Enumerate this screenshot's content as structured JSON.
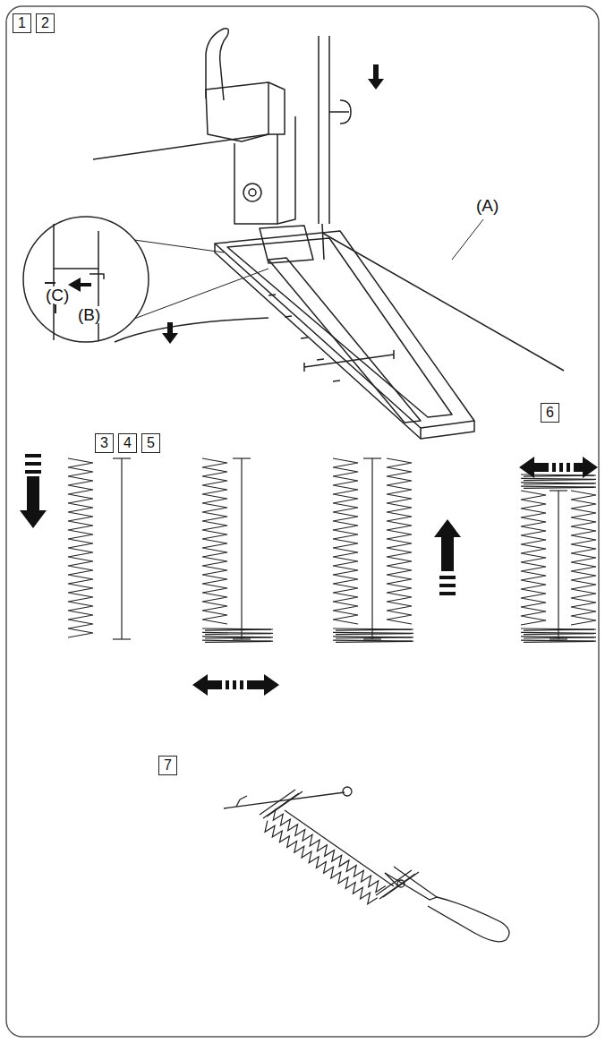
{
  "diagram": {
    "nodes": [
      {
        "text": [
          "1"
        ]
      },
      {
        "text": [
          "2"
        ]
      },
      {
        "text": [
          "3"
        ]
      },
      {
        "text": [
          "4"
        ]
      },
      {
        "text": [
          "5"
        ]
      },
      {
        "text": [
          "6"
        ]
      },
      {
        "text": [
          "7"
        ]
      }
    ],
    "labels": [
      "(A)",
      "(C)",
      "(B)"
    ]
  }
}
